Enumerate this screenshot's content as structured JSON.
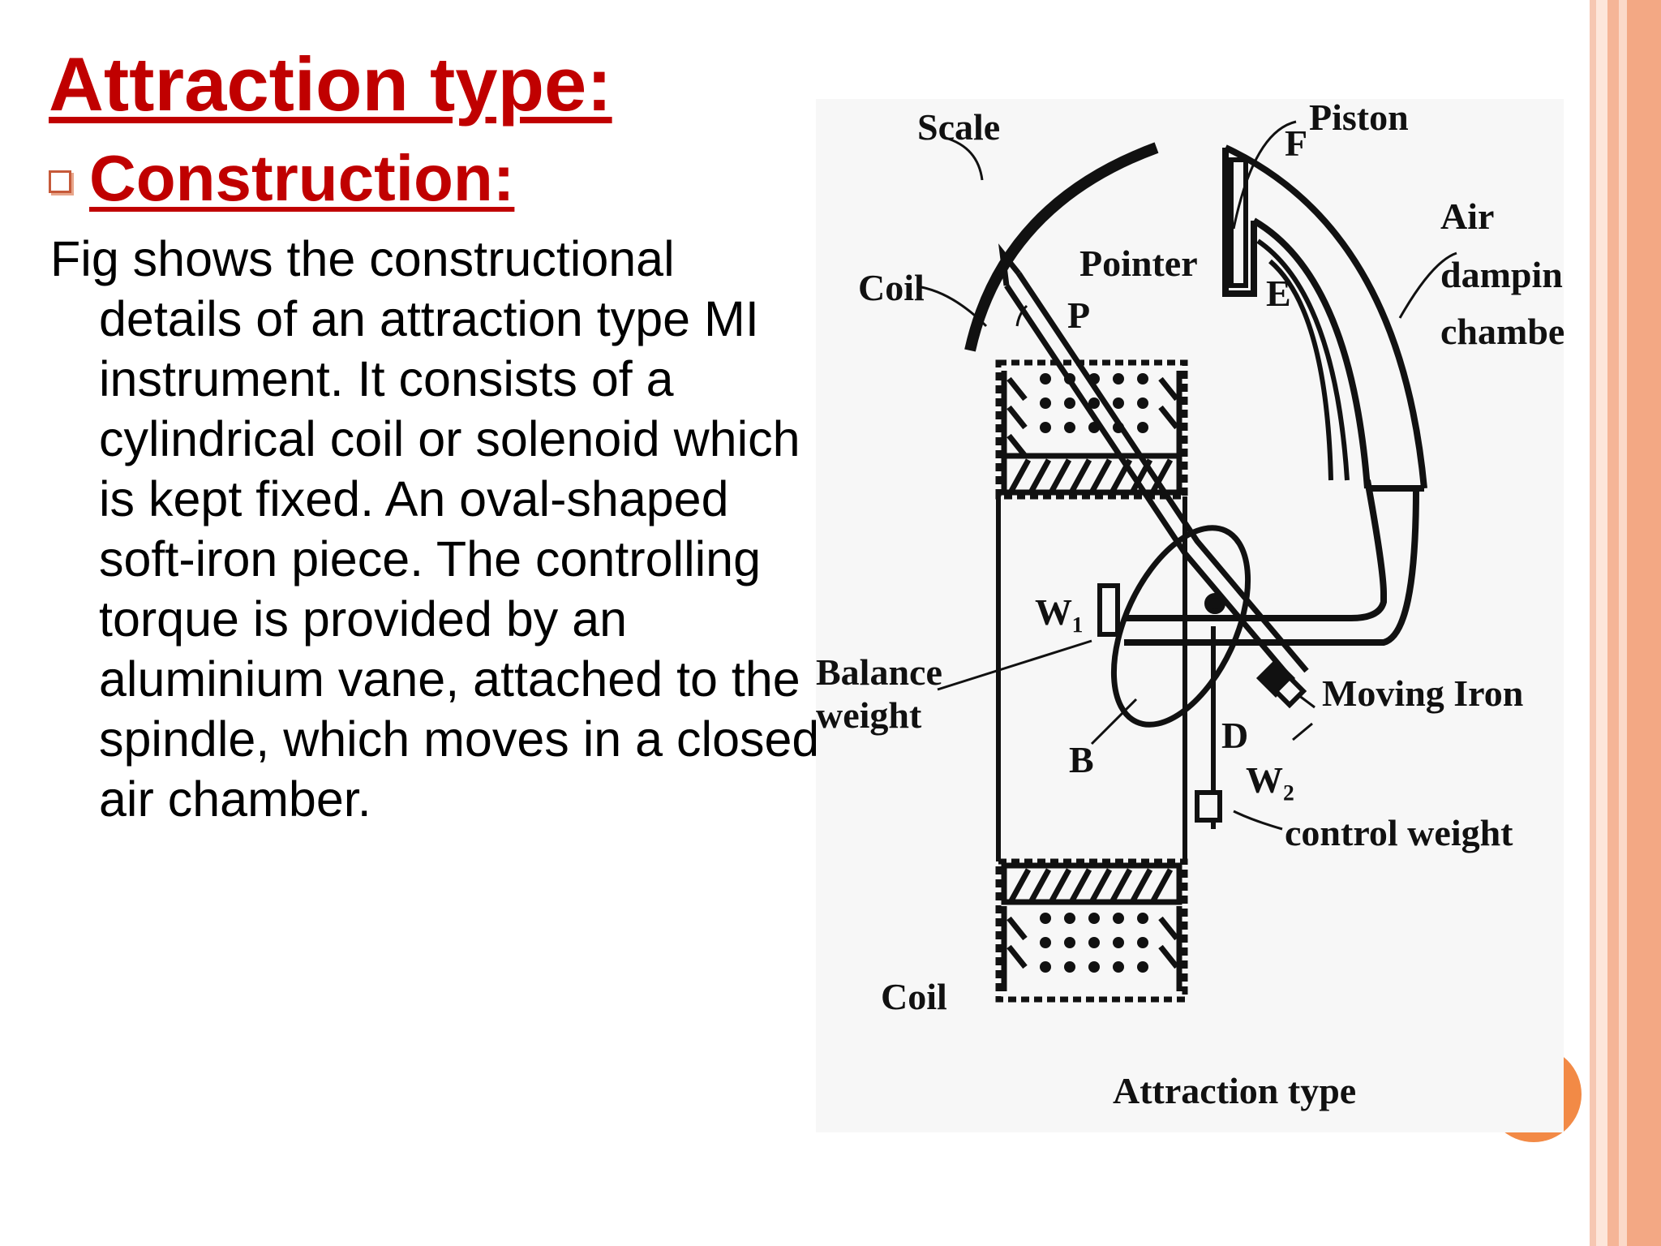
{
  "title": "Attraction type:",
  "subtitle": "Construction:",
  "body": "Fig shows the constructional details of an attraction type MI instrument. It consists of a cylindrical coil or solenoid which is kept fixed. An oval-shaped soft-iron piece. The controlling torque is provided by an aluminium vane, attached to the spindle, which moves in a closed air chamber.",
  "figure": {
    "labels": {
      "scale": "Scale",
      "piston": "Piston",
      "f": "F",
      "coil_top": "Coil",
      "pointer": "Pointer",
      "p": "P",
      "e": "E",
      "air_damping_1": "Air",
      "air_damping_2": "damping",
      "air_damping_3": "chamber",
      "w1": "W₁",
      "balance_1": "Balance",
      "balance_2": "weight",
      "moving_iron": "Moving Iron",
      "d": "D",
      "b": "B",
      "w2": "W₂",
      "control_weight": "control weight",
      "coil_bottom": "Coil"
    },
    "caption": "Attraction type"
  },
  "colors": {
    "heading": "#c00000",
    "accent_orange": "#f28a46"
  }
}
